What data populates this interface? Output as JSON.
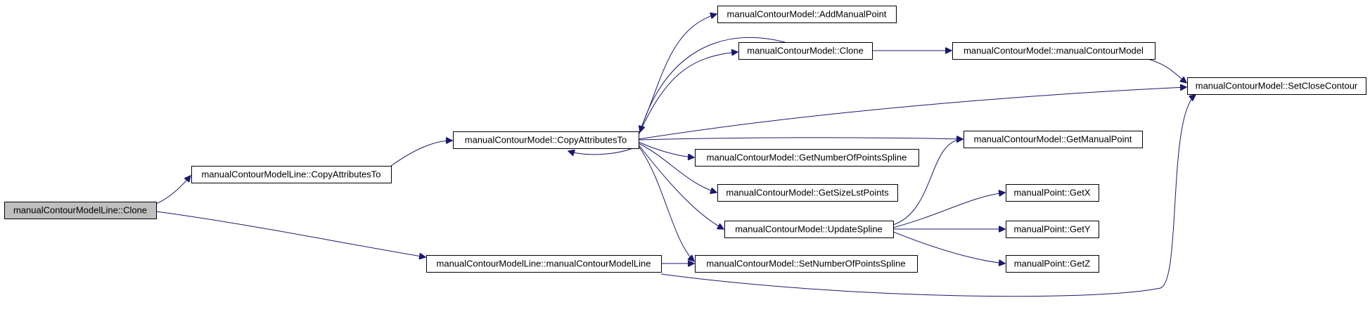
{
  "graph": {
    "nodes": [
      {
        "id": "n0",
        "label": "manualContourModelLine::Clone",
        "root": true
      },
      {
        "id": "n1",
        "label": "manualContourModelLine::CopyAttributesTo"
      },
      {
        "id": "n2",
        "label": "manualContourModel::CopyAttributesTo"
      },
      {
        "id": "n3",
        "label": "manualContourModelLine::manualContourModelLine"
      },
      {
        "id": "n4",
        "label": "manualContourModel::AddManualPoint"
      },
      {
        "id": "n5",
        "label": "manualContourModel::Clone"
      },
      {
        "id": "n6",
        "label": "manualContourModel::manualContourModel"
      },
      {
        "id": "n7",
        "label": "manualContourModel::SetCloseContour"
      },
      {
        "id": "n8",
        "label": "manualContourModel::GetManualPoint"
      },
      {
        "id": "n9",
        "label": "manualContourModel::GetNumberOfPointsSpline"
      },
      {
        "id": "n10",
        "label": "manualContourModel::GetSizeLstPoints"
      },
      {
        "id": "n11",
        "label": "manualContourModel::UpdateSpline"
      },
      {
        "id": "n12",
        "label": "manualContourModel::SetNumberOfPointsSpline"
      },
      {
        "id": "n13",
        "label": "manualPoint::GetX"
      },
      {
        "id": "n14",
        "label": "manualPoint::GetY"
      },
      {
        "id": "n15",
        "label": "manualPoint::GetZ"
      }
    ],
    "edges": [
      {
        "id": "e0",
        "from": "n0",
        "to": "n1"
      },
      {
        "id": "e1",
        "from": "n0",
        "to": "n3"
      },
      {
        "id": "e2",
        "from": "n1",
        "to": "n2"
      },
      {
        "id": "e3",
        "from": "n2",
        "to": "n4"
      },
      {
        "id": "e4",
        "from": "n2",
        "to": "n5"
      },
      {
        "id": "e5",
        "from": "n5",
        "to": "n2"
      },
      {
        "id": "e6",
        "from": "n5",
        "to": "n6"
      },
      {
        "id": "e7",
        "from": "n6",
        "to": "n7"
      },
      {
        "id": "e8",
        "from": "n2",
        "to": "n7"
      },
      {
        "id": "e9",
        "from": "n2",
        "to": "n8"
      },
      {
        "id": "e10",
        "from": "n2",
        "to": "n9"
      },
      {
        "id": "e11",
        "from": "n2",
        "to": "n10"
      },
      {
        "id": "e12",
        "from": "n2",
        "to": "n11"
      },
      {
        "id": "e13",
        "from": "n2",
        "to": "n12"
      },
      {
        "id": "e14",
        "from": "n2",
        "to": "n2"
      },
      {
        "id": "e15",
        "from": "n11",
        "to": "n8"
      },
      {
        "id": "e16",
        "from": "n11",
        "to": "n13"
      },
      {
        "id": "e17",
        "from": "n11",
        "to": "n14"
      },
      {
        "id": "e18",
        "from": "n11",
        "to": "n15"
      },
      {
        "id": "e19",
        "from": "n3",
        "to": "n12"
      },
      {
        "id": "e20",
        "from": "n3",
        "to": "n7"
      }
    ]
  }
}
